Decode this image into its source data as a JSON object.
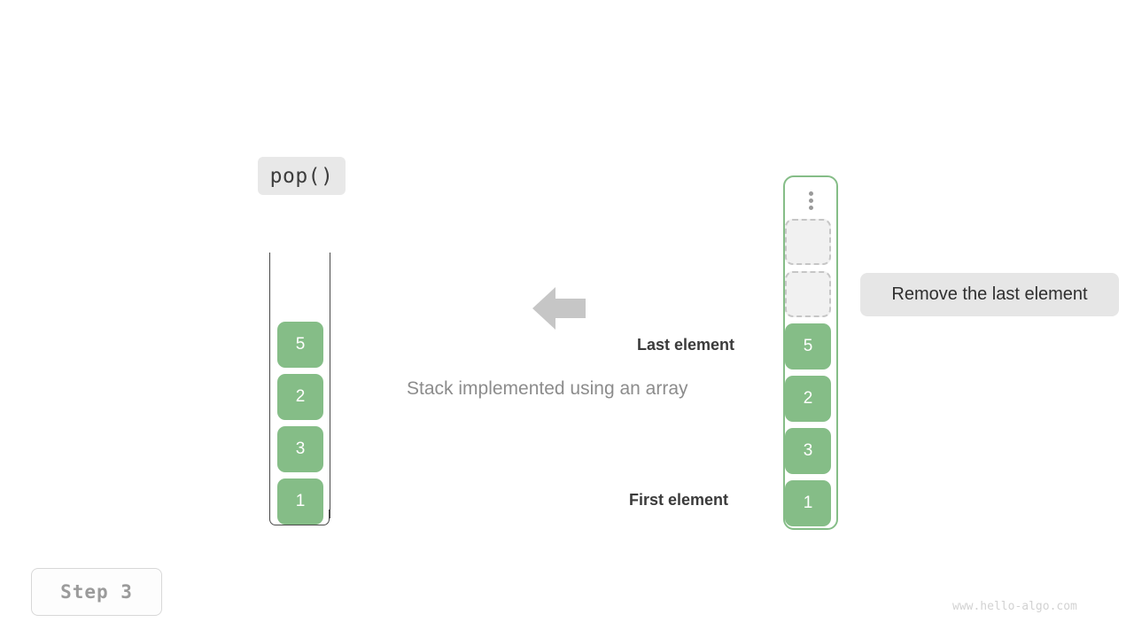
{
  "operation": {
    "label": "pop()"
  },
  "caption": "Stack implemented using an array",
  "annotations": {
    "last_element": "Last element",
    "first_element": "First element"
  },
  "callout": {
    "text": "Remove the last element"
  },
  "step": {
    "label": "Step 3"
  },
  "watermark": "www.hello-algo.com",
  "arrow": {
    "direction": "left",
    "color": "#c6c6c6"
  },
  "colors": {
    "element_fill": "#85bd87",
    "element_text": "#ffffff",
    "empty_slot_fill": "#f1f1f1",
    "empty_slot_border": "#c6c6c6",
    "container_border": "#85bd87",
    "wall": "#4a4a4a"
  },
  "left_stack": {
    "name": "stack-container",
    "elements": [
      {
        "value": "5",
        "state": "filled"
      },
      {
        "value": "2",
        "state": "filled"
      },
      {
        "value": "3",
        "state": "filled"
      },
      {
        "value": "1",
        "state": "filled"
      }
    ]
  },
  "right_stack": {
    "name": "array-container",
    "ellipsis_icon": "vertical-ellipsis-icon",
    "slots": [
      {
        "value": "",
        "state": "empty"
      },
      {
        "value": "",
        "state": "empty"
      },
      {
        "value": "5",
        "state": "filled"
      },
      {
        "value": "2",
        "state": "filled"
      },
      {
        "value": "3",
        "state": "filled"
      },
      {
        "value": "1",
        "state": "filled"
      }
    ]
  }
}
